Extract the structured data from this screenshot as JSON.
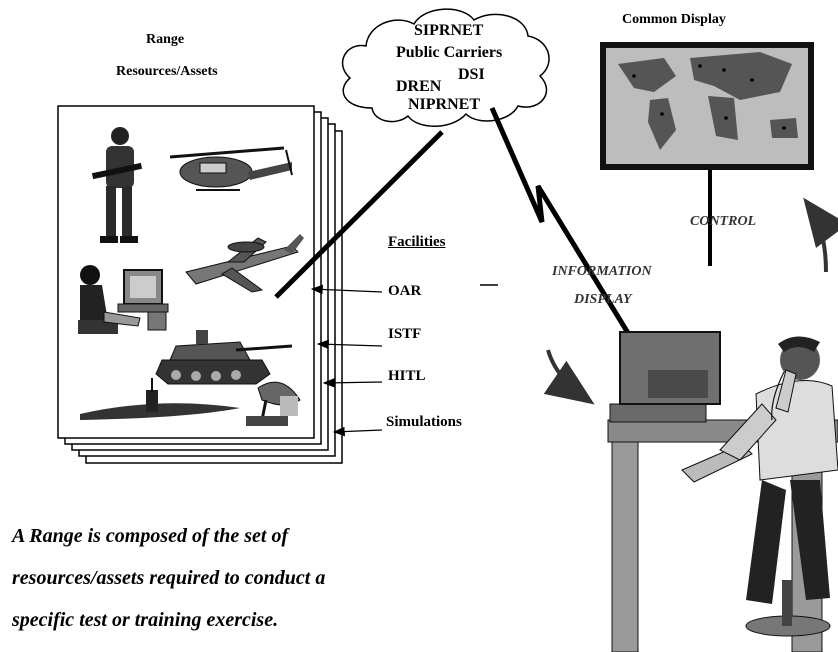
{
  "range_title": {
    "line1": "Range",
    "line2": "Resources/Assets"
  },
  "network_cloud": {
    "items": [
      "SIPRNET",
      "Public Carriers",
      "DSI",
      "DREN",
      "NIPRNET"
    ]
  },
  "common_display": {
    "title": "Common Display"
  },
  "facilities": {
    "heading": "Facilities",
    "items": [
      "OAR",
      "ISTF",
      "HITL",
      "Simulations"
    ]
  },
  "flow_labels": {
    "control": "CONTROL",
    "information_line1": "INFORMATION",
    "information_line2": "DISPLAY"
  },
  "caption": {
    "line1": "A Range is composed of the set of",
    "line2": "resources/assets required to conduct a",
    "line3": "specific test or training exercise."
  }
}
